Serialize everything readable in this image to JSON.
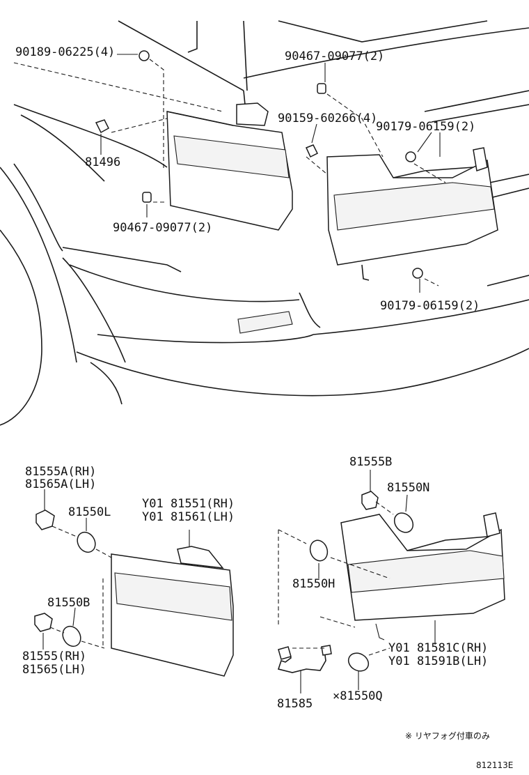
{
  "top_section": {
    "labels": {
      "screw_top_left": "90189-06225(4)",
      "clip_top_right": "90467-09077(2)",
      "screw_mid": "90159-60266(4)",
      "nut_right": "90179-06159(2)",
      "retainer_left": "81496",
      "clip_left": "90467-09077(2)",
      "nut_bottom": "90179-06159(2)"
    }
  },
  "bottom_section": {
    "labels": {
      "socket_a": "81555A(RH)\n81565A(LH)",
      "bulb_l": "81550L",
      "lamp_left": "Y01 81551(RH)\nY01 81561(LH)",
      "bulb_b": "81550B",
      "socket": "81555(RH)\n81565(LH)",
      "socket_b": "81555B",
      "bulb_n": "81550N",
      "bulb_h": "81550H",
      "lamp_right": "Y01 81581C(RH)\nY01 81591B(LH)",
      "wire": "81585",
      "bulb_q": "×81550Q"
    },
    "lines": {
      "socket_a_1": "81555A(RH)",
      "socket_a_2": "81565A(LH)",
      "lamp_left_1": "Y01 81551(RH)",
      "lamp_left_2": "Y01 81561(LH)",
      "socket_1": "81555(RH)",
      "socket_2": "81565(LH)",
      "lamp_right_1": "Y01 81581C(RH)",
      "lamp_right_2": "Y01 81591B(LH)"
    }
  },
  "footnote": "※ リヤフォグ付車のみ",
  "diagram_id": "812113E"
}
